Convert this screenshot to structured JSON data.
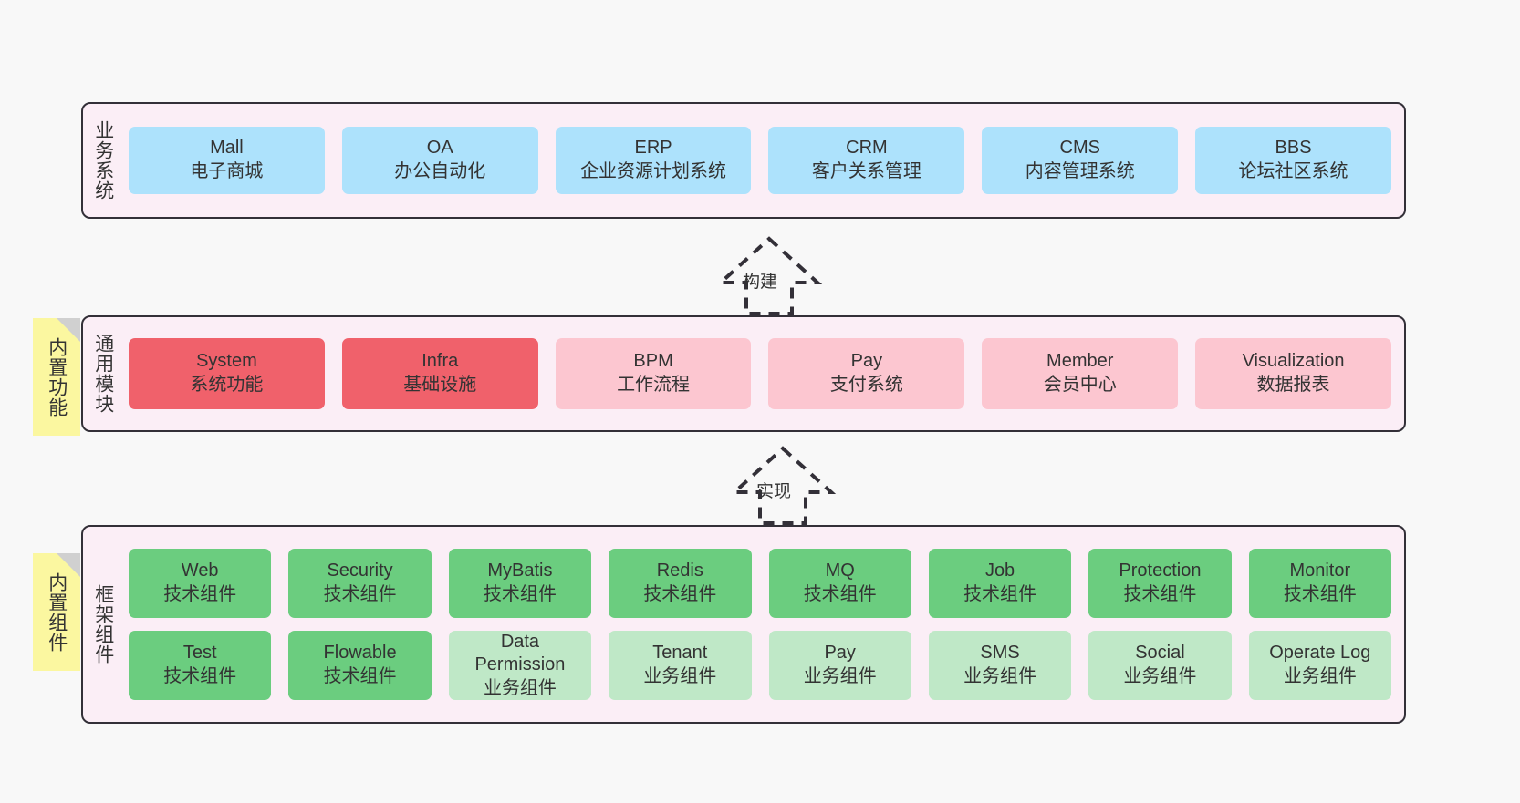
{
  "diagram": {
    "title": "",
    "colors": {
      "layer_background": "#fbeef6",
      "layer_border": "#333038",
      "business_card": "#ade2fc",
      "module_strong": "#f0616b",
      "module_light": "#fcc6d0",
      "component_tech": "#6bcd7f",
      "component_business": "#bfe8c7",
      "note_background": "#fbf7a0",
      "note_fold": "#d0d0d0",
      "canvas_background": "#f8f8f8"
    }
  },
  "layers": [
    {
      "key": "business",
      "title": "业务系统",
      "rows": [
        {
          "cards": [
            {
              "en": "Mall",
              "cn": "电子商城",
              "style": "c-blue"
            },
            {
              "en": "OA",
              "cn": "办公自动化",
              "style": "c-blue"
            },
            {
              "en": "ERP",
              "cn": "企业资源计划系统",
              "style": "c-blue"
            },
            {
              "en": "CRM",
              "cn": "客户关系管理",
              "style": "c-blue"
            },
            {
              "en": "CMS",
              "cn": "内容管理系统",
              "style": "c-blue"
            },
            {
              "en": "BBS",
              "cn": "论坛社区系统",
              "style": "c-blue"
            }
          ]
        }
      ]
    },
    {
      "key": "common",
      "title": "通用模块",
      "rows": [
        {
          "cards": [
            {
              "en": "System",
              "cn": "系统功能",
              "style": "c-red-strong"
            },
            {
              "en": "Infra",
              "cn": "基础设施",
              "style": "c-red-strong"
            },
            {
              "en": "BPM",
              "cn": "工作流程",
              "style": "c-red-light"
            },
            {
              "en": "Pay",
              "cn": "支付系统",
              "style": "c-red-light"
            },
            {
              "en": "Member",
              "cn": "会员中心",
              "style": "c-red-light"
            },
            {
              "en": "Visualization",
              "cn": "数据报表",
              "style": "c-red-light"
            }
          ]
        }
      ]
    },
    {
      "key": "framework",
      "title": "框架组件",
      "rows": [
        {
          "cards": [
            {
              "en": "Web",
              "cn": "技术组件",
              "style": "c-green-strong"
            },
            {
              "en": "Security",
              "cn": "技术组件",
              "style": "c-green-strong"
            },
            {
              "en": "MyBatis",
              "cn": "技术组件",
              "style": "c-green-strong"
            },
            {
              "en": "Redis",
              "cn": "技术组件",
              "style": "c-green-strong"
            },
            {
              "en": "MQ",
              "cn": "技术组件",
              "style": "c-green-strong"
            },
            {
              "en": "Job",
              "cn": "技术组件",
              "style": "c-green-strong"
            },
            {
              "en": "Protection",
              "cn": "技术组件",
              "style": "c-green-strong"
            },
            {
              "en": "Monitor",
              "cn": "技术组件",
              "style": "c-green-strong"
            }
          ]
        },
        {
          "cards": [
            {
              "en": "Test",
              "cn": "技术组件",
              "style": "c-green-strong"
            },
            {
              "en": "Flowable",
              "cn": "技术组件",
              "style": "c-green-strong"
            },
            {
              "en": "Data Permission",
              "cn": "业务组件",
              "style": "c-green-light"
            },
            {
              "en": "Tenant",
              "cn": "业务组件",
              "style": "c-green-light"
            },
            {
              "en": "Pay",
              "cn": "业务组件",
              "style": "c-green-light"
            },
            {
              "en": "SMS",
              "cn": "业务组件",
              "style": "c-green-light"
            },
            {
              "en": "Social",
              "cn": "业务组件",
              "style": "c-green-light"
            },
            {
              "en": "Operate Log",
              "cn": "业务组件",
              "style": "c-green-light"
            }
          ]
        }
      ]
    }
  ],
  "notes": [
    {
      "key": "builtin-function",
      "text": "内置功能"
    },
    {
      "key": "builtin-component",
      "text": "内置组件"
    }
  ],
  "arrows": [
    {
      "key": "build",
      "label": "构建",
      "direction": "up",
      "style": "dashed-hollow"
    },
    {
      "key": "realize",
      "label": "实现",
      "direction": "up",
      "style": "dashed-hollow"
    }
  ]
}
